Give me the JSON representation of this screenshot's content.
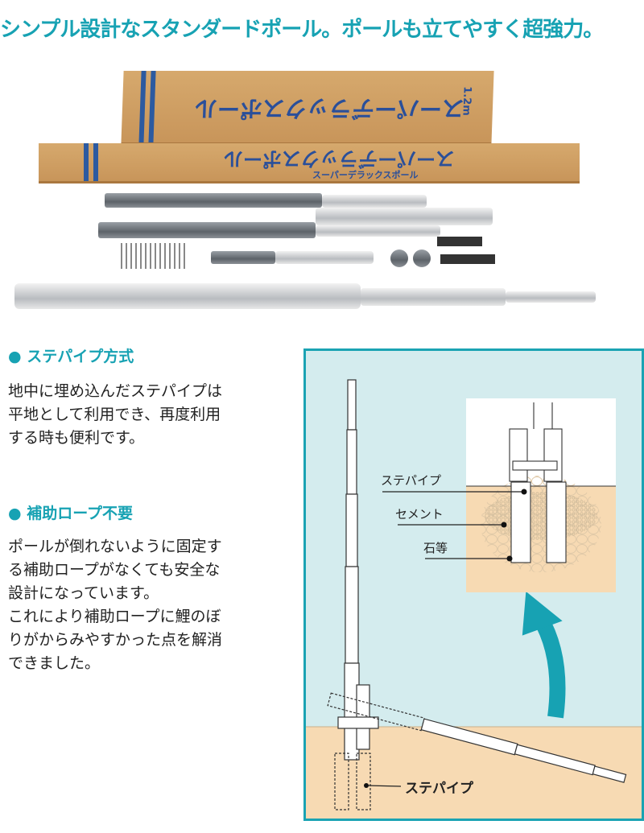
{
  "headline": "シンプル設計なスタンダードポール。ポールも立てやすく超強力。",
  "photo": {
    "box_label": "スーパーデラックスポール",
    "box_size": "1.2m",
    "box_side_label": "スーパーデラックスポール"
  },
  "sections": [
    {
      "title": "● ステパイプ方式",
      "body": [
        "地中に埋め込んだステパイプは",
        "平地として利用でき、再度利用",
        "する時も便利です。"
      ]
    },
    {
      "title": "● 補助ロープ不要",
      "body": [
        "ポールが倒れないように固定す",
        "る補助ロープがなくても安全な",
        "設計になっています。",
        "これにより補助ロープに鯉のぼ",
        "りがからみやすかった点を解消",
        "できました。"
      ]
    }
  ],
  "diagram": {
    "labels": {
      "stepipe": "ステパイプ",
      "cement": "セメント",
      "stones": "石等",
      "stepipe_bottom": "ステパイプ"
    },
    "colors": {
      "accent": "#17a2b3",
      "bg": "#d4ecee",
      "soil": "#f7dab3"
    }
  }
}
